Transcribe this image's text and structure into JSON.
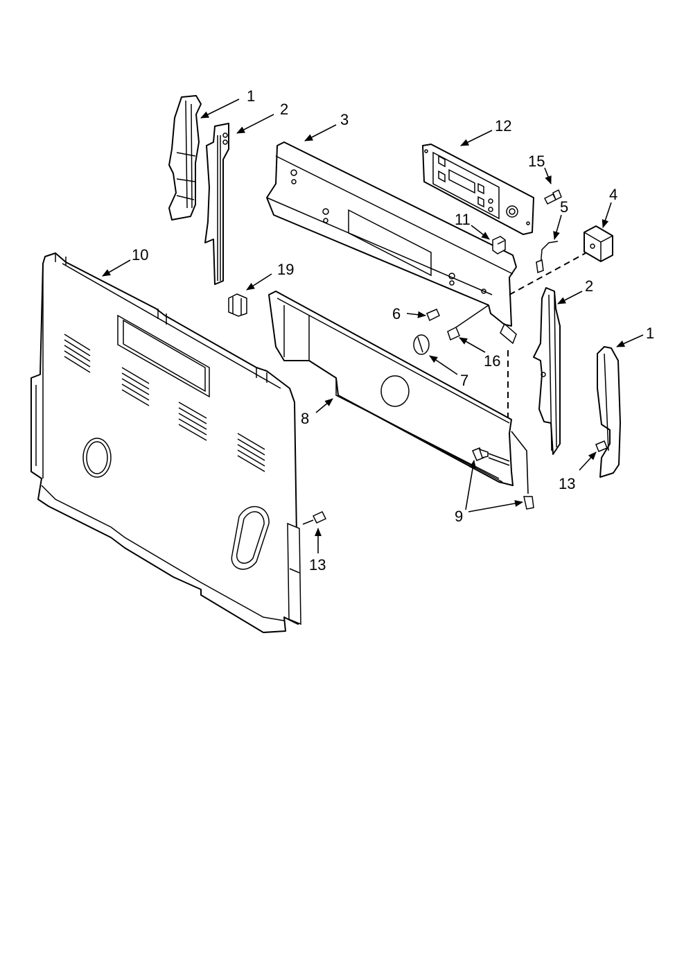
{
  "callouts": {
    "c1_left": "1",
    "c2_left": "2",
    "c3": "3",
    "c12": "12",
    "c15": "15",
    "c5": "5",
    "c4": "4",
    "c11": "11",
    "c10": "10",
    "c19": "19",
    "c2_right": "2",
    "c1_right": "1",
    "c6": "6",
    "c16": "16",
    "c7": "7",
    "c8": "8",
    "c13_right": "13",
    "c9": "9",
    "c13_left": "13"
  }
}
